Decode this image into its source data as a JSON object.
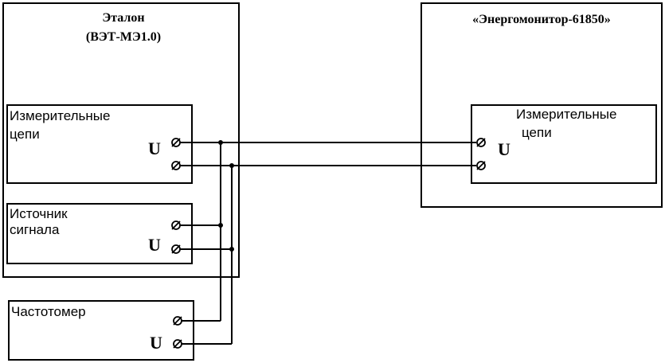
{
  "etalon": {
    "title_line1": "Эталон",
    "title_line2": "(ВЭТ-МЭ1.0)",
    "meas_circuits": {
      "line1": "Измерительные",
      "line2": "цепи",
      "u_label": "U"
    },
    "signal_source": {
      "line1": "Источник",
      "line2": "сигнала",
      "u_label": "U"
    }
  },
  "frequency_meter": {
    "label": "Частотомер",
    "u_label": "U"
  },
  "energomonitor": {
    "title": "«Энергомонитор-61850»",
    "meas_circuits": {
      "line1": "Измерительные",
      "line2": "цепи",
      "u_label": "U"
    }
  },
  "terminal_symbol": "⌀"
}
